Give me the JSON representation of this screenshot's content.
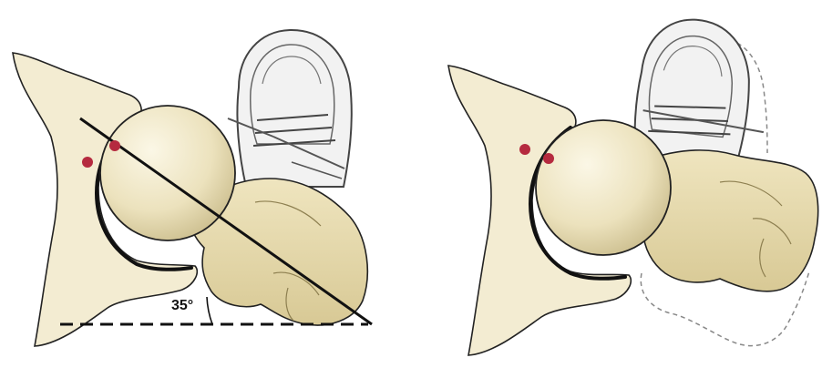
{
  "panels": [
    {
      "id": "left",
      "angle_label": "35°"
    },
    {
      "id": "right"
    }
  ],
  "colors": {
    "bone_fill": "#f3ecd2",
    "femur_fill": "#e6dbb1",
    "outline": "#222222",
    "marker": "#b52a3f",
    "shoe_fill": "#f2f2f2",
    "shoe_line": "#444444",
    "ghost_line": "#777777"
  },
  "icons": [
    "pelvis-bone",
    "femoral-head",
    "femur-shaft",
    "sneaker",
    "contact-marker"
  ]
}
